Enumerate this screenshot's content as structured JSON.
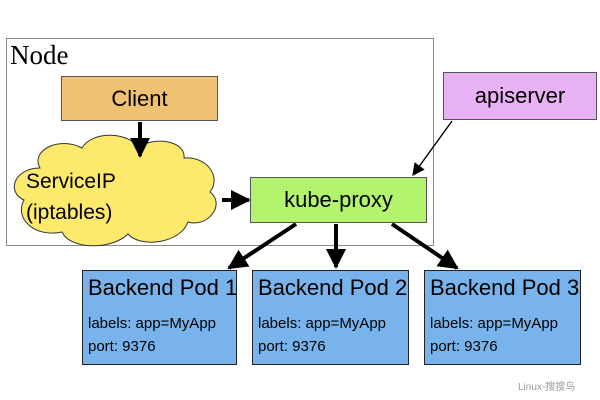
{
  "node": {
    "title": "Node"
  },
  "client": {
    "label": "Client"
  },
  "apiserver": {
    "label": "apiserver"
  },
  "service_ip": {
    "line1": "ServiceIP",
    "line2": "(iptables)"
  },
  "kube_proxy": {
    "label": "kube-proxy"
  },
  "pods": [
    {
      "title": "Backend Pod 1",
      "labels": "labels: app=MyApp",
      "port": "port: 9376"
    },
    {
      "title": "Backend Pod 2",
      "labels": "labels: app=MyApp",
      "port": "port: 9376"
    },
    {
      "title": "Backend Pod 3",
      "labels": "labels: app=MyApp",
      "port": "port: 9376"
    }
  ],
  "watermark": "Linux-搜搜鸟",
  "colors": {
    "client": "#eec272",
    "apiserver": "#e9b2f4",
    "cloud": "#fde96b",
    "kube_proxy": "#b3f36e",
    "pod": "#78b3ec"
  },
  "edges": [
    {
      "from": "client",
      "to": "service_ip"
    },
    {
      "from": "service_ip",
      "to": "kube_proxy"
    },
    {
      "from": "apiserver",
      "to": "kube_proxy"
    },
    {
      "from": "kube_proxy",
      "to": "pod_1"
    },
    {
      "from": "kube_proxy",
      "to": "pod_2"
    },
    {
      "from": "kube_proxy",
      "to": "pod_3"
    }
  ]
}
